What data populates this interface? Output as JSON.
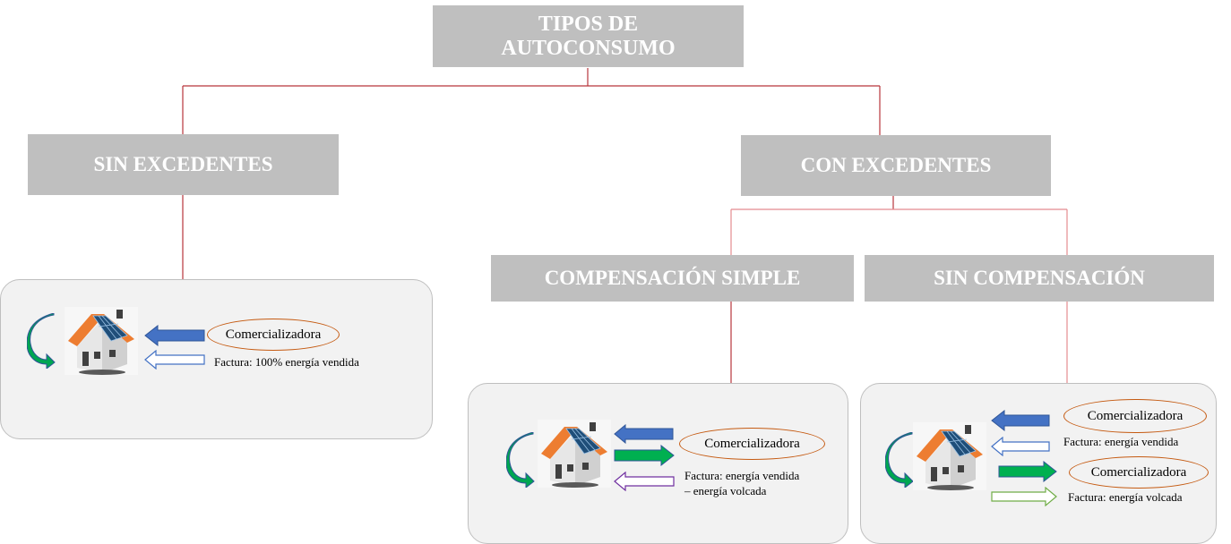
{
  "root": {
    "title_line1": "TIPOS DE",
    "title_line2": "AUTOCONSUMO"
  },
  "branches": {
    "sin_excedentes": {
      "label": "SIN EXCEDENTES"
    },
    "con_excedentes": {
      "label": "CON EXCEDENTES"
    },
    "compensacion_simple": {
      "label": "COMPENSACIÓN SIMPLE"
    },
    "sin_compensacion": {
      "label": "SIN COMPENSACIÓN"
    }
  },
  "panels": {
    "sin_excedentes": {
      "entity": "Comercializadora",
      "invoice": "Factura: 100% energía vendida"
    },
    "compensacion_simple": {
      "entity": "Comercializadora",
      "invoice_line1": "Factura: energía vendida",
      "invoice_line2": "– energía volcada"
    },
    "sin_compensacion": {
      "entity_1": "Comercializadora",
      "invoice_1": "Factura: energía vendida",
      "entity_2": "Comercializadora",
      "invoice_2": "Factura: energía volcada"
    }
  },
  "colors": {
    "connector": "#b22222",
    "header_bg": "#bfbfbf",
    "panel_bg": "#f2f2f2",
    "oval": "#c55a11",
    "arrow_blue": "#4472c4",
    "arrow_green": "#00b050",
    "arrow_purple": "#7030a0",
    "arrow_light_green": "#70ad47"
  }
}
